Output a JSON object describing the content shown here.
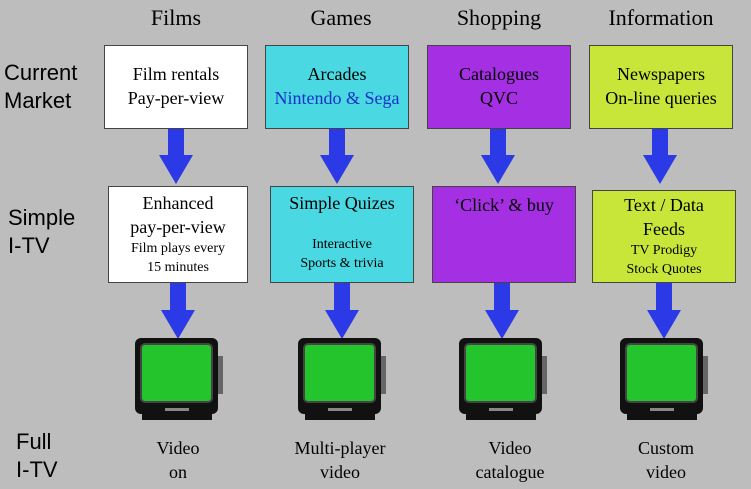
{
  "columns": [
    {
      "title": "Films",
      "current": [
        "Film rentals",
        "Pay-per-view"
      ],
      "simple_main": [
        "Enhanced",
        "pay-per-view"
      ],
      "simple_sub": [
        "Film plays every",
        "15 minutes"
      ],
      "full": [
        "Video",
        "on"
      ]
    },
    {
      "title": "Games",
      "current": [
        "Arcades",
        "Nintendo & Sega"
      ],
      "simple_main": [
        "Simple Quizes"
      ],
      "simple_sub": [
        "Interactive",
        "Sports & trivia"
      ],
      "full": [
        "Multi-player",
        "video"
      ]
    },
    {
      "title": "Shopping",
      "current": [
        "Catalogues",
        "QVC"
      ],
      "simple_main": [
        "‘Click’ & buy"
      ],
      "simple_sub": [],
      "full": [
        "Video",
        "catalogue"
      ]
    },
    {
      "title": "Information",
      "current": [
        "Newspapers",
        "On-line queries"
      ],
      "simple_main": [
        "Text / Data",
        "Feeds"
      ],
      "simple_sub": [
        "TV Prodigy",
        "Stock Quotes"
      ],
      "full": [
        "Custom",
        "video"
      ]
    }
  ],
  "rows": {
    "current": [
      "Current",
      "Market"
    ],
    "simple": [
      "Simple",
      "I-TV"
    ],
    "full": [
      "Full",
      "I-TV"
    ]
  },
  "colors": {
    "background": "#bdbdbd",
    "arrow": "#2b3ae6",
    "white_box": "#ffffff",
    "cyan_box": "#4ad8e2",
    "purple_box": "#a42fe3",
    "lime_box": "#c8e63a",
    "blue_text": "#1832c8",
    "tv_screen": "#24c42d",
    "tv_body": "#111111"
  },
  "icons": {
    "arrow": "down-arrow-icon",
    "tv": "television-icon"
  }
}
